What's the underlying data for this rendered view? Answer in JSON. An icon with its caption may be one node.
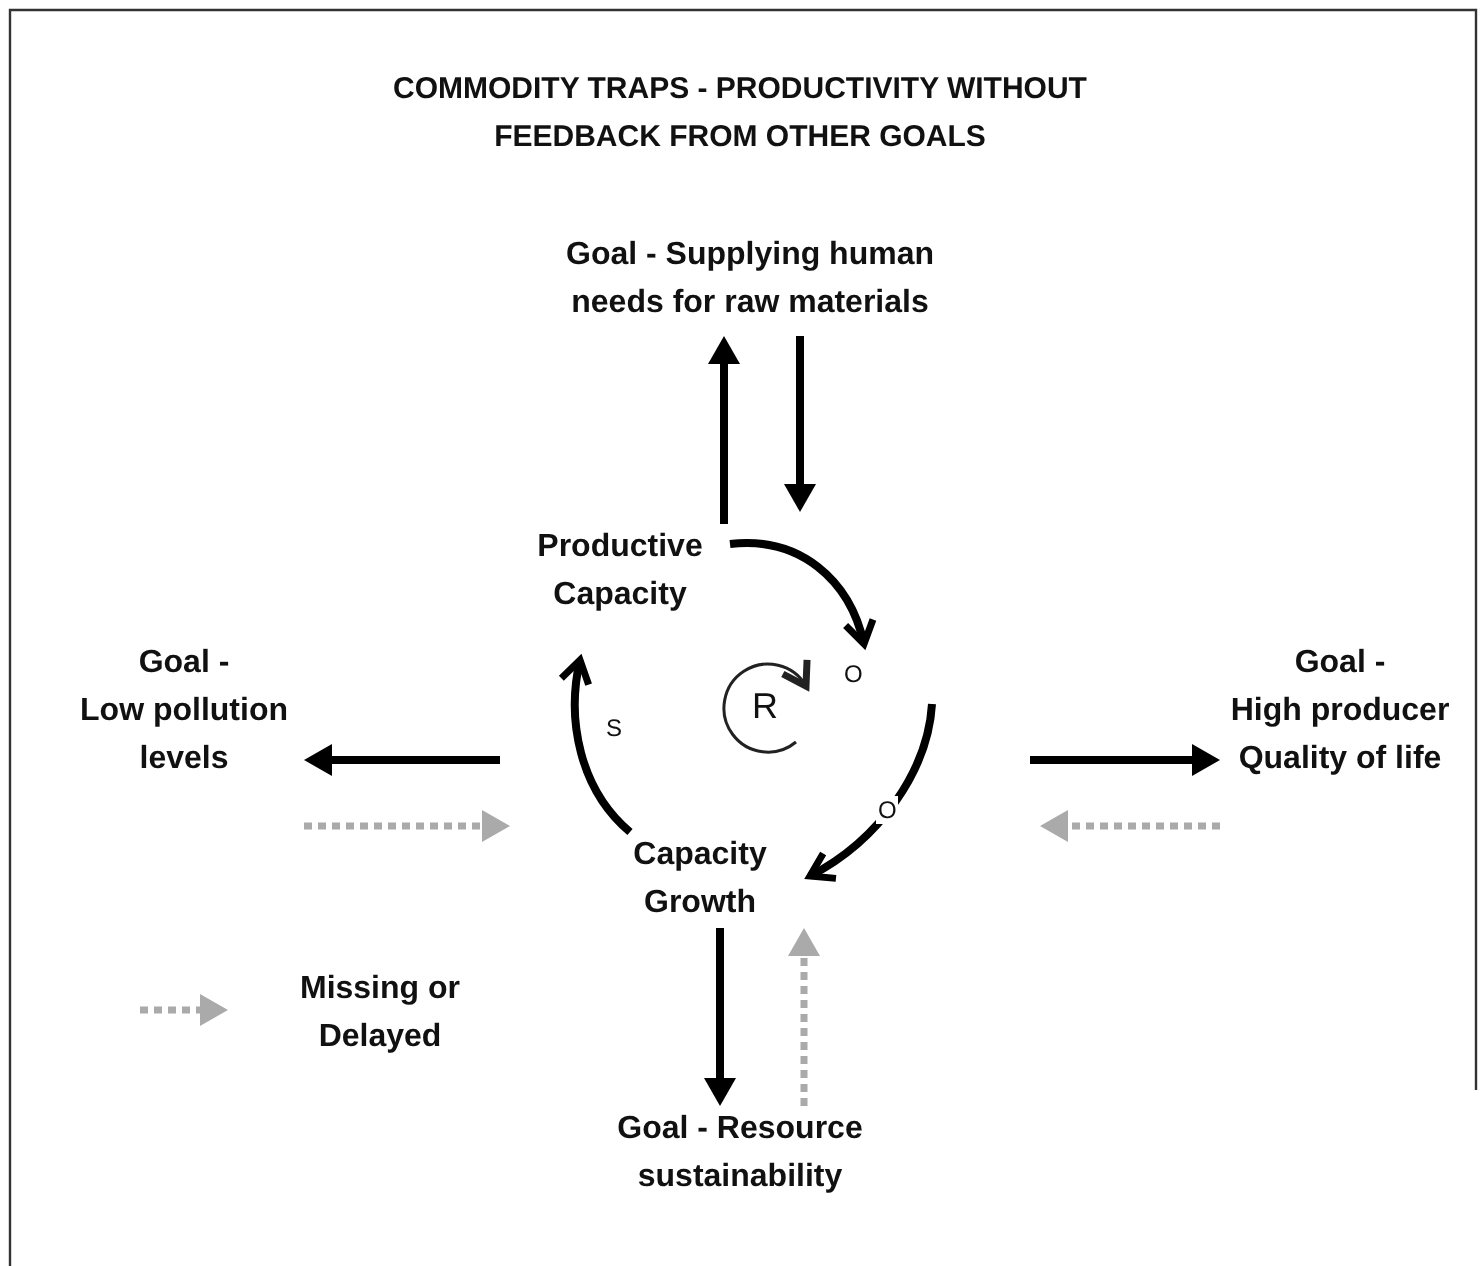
{
  "diagram": {
    "title": "COMMODITY TRAPS - PRODUCTIVITY WITHOUT FEEDBACK FROM OTHER GOALS",
    "nodes": [
      {
        "text": [
          "Goal - Supplying human needs for raw materials"
        ]
      },
      {
        "text": [
          "Productive Capacity"
        ]
      },
      {
        "text": [
          "Goal -",
          "Low pollution levels"
        ]
      },
      {
        "text": [
          "Goal -",
          "High producer Quality of life"
        ]
      },
      {
        "text": [
          "Capacity Growth"
        ]
      },
      {
        "text": [
          "Goal - Resource sustainability"
        ]
      }
    ],
    "edges": [
      {
        "from": 1,
        "to": 0,
        "arrow": "to"
      },
      {
        "from": 0,
        "to": null,
        "arrow": "to"
      },
      {
        "from": 1,
        "to": null,
        "arrow": "to",
        "label": "O"
      },
      {
        "from": null,
        "to": 4,
        "arrow": "to",
        "label": "O"
      },
      {
        "from": 4,
        "to": 1,
        "arrow": "to",
        "label": "S"
      },
      {
        "from": null,
        "to": 2,
        "arrow": "to"
      },
      {
        "from": 2,
        "to": null,
        "arrow": "to",
        "style": "dashed",
        "color": "#aaaaaa"
      },
      {
        "from": null,
        "to": 3,
        "arrow": "to"
      },
      {
        "from": 3,
        "to": null,
        "arrow": "to",
        "style": "dashed",
        "color": "#aaaaaa"
      },
      {
        "from": 4,
        "to": 5,
        "arrow": "to"
      },
      {
        "from": 5,
        "to": 4,
        "arrow": "to",
        "style": "dashed",
        "color": "#aaaaaa"
      }
    ],
    "labels": [
      "R"
    ],
    "legend": [
      {
        "text": "Missing or Delayed"
      }
    ]
  }
}
